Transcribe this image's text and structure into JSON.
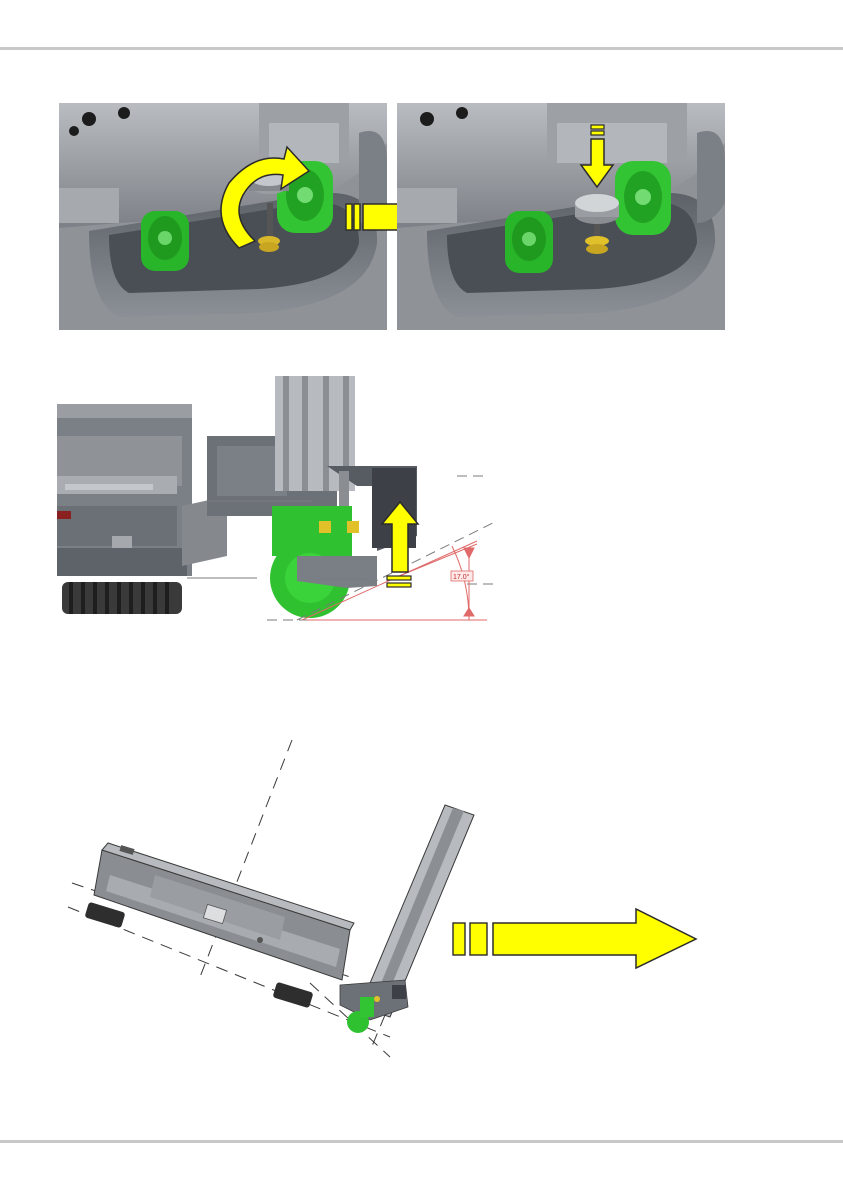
{
  "page": {
    "header_rule": "header-rule",
    "footer_rule": "footer-rule"
  },
  "figures": [
    {
      "id": "fig-rotate-knob",
      "icon": "rotate-arrow-icon"
    },
    {
      "id": "fig-knob-pressed",
      "icon": "down-arrow-icon"
    },
    {
      "id": "fig-side-section",
      "icon": "up-arrow-icon",
      "angle_label": "17.0°"
    },
    {
      "id": "fig-tilted-scale",
      "icon": "right-arrow-icon"
    }
  ],
  "colors": {
    "arrow": "#ffff00",
    "arrow_outline": "#2b2b2b",
    "wheel": "#2fc12f",
    "knob_brass": "#e1c12a",
    "housing": "#6c7177",
    "dim_line": "#e06a6a"
  }
}
